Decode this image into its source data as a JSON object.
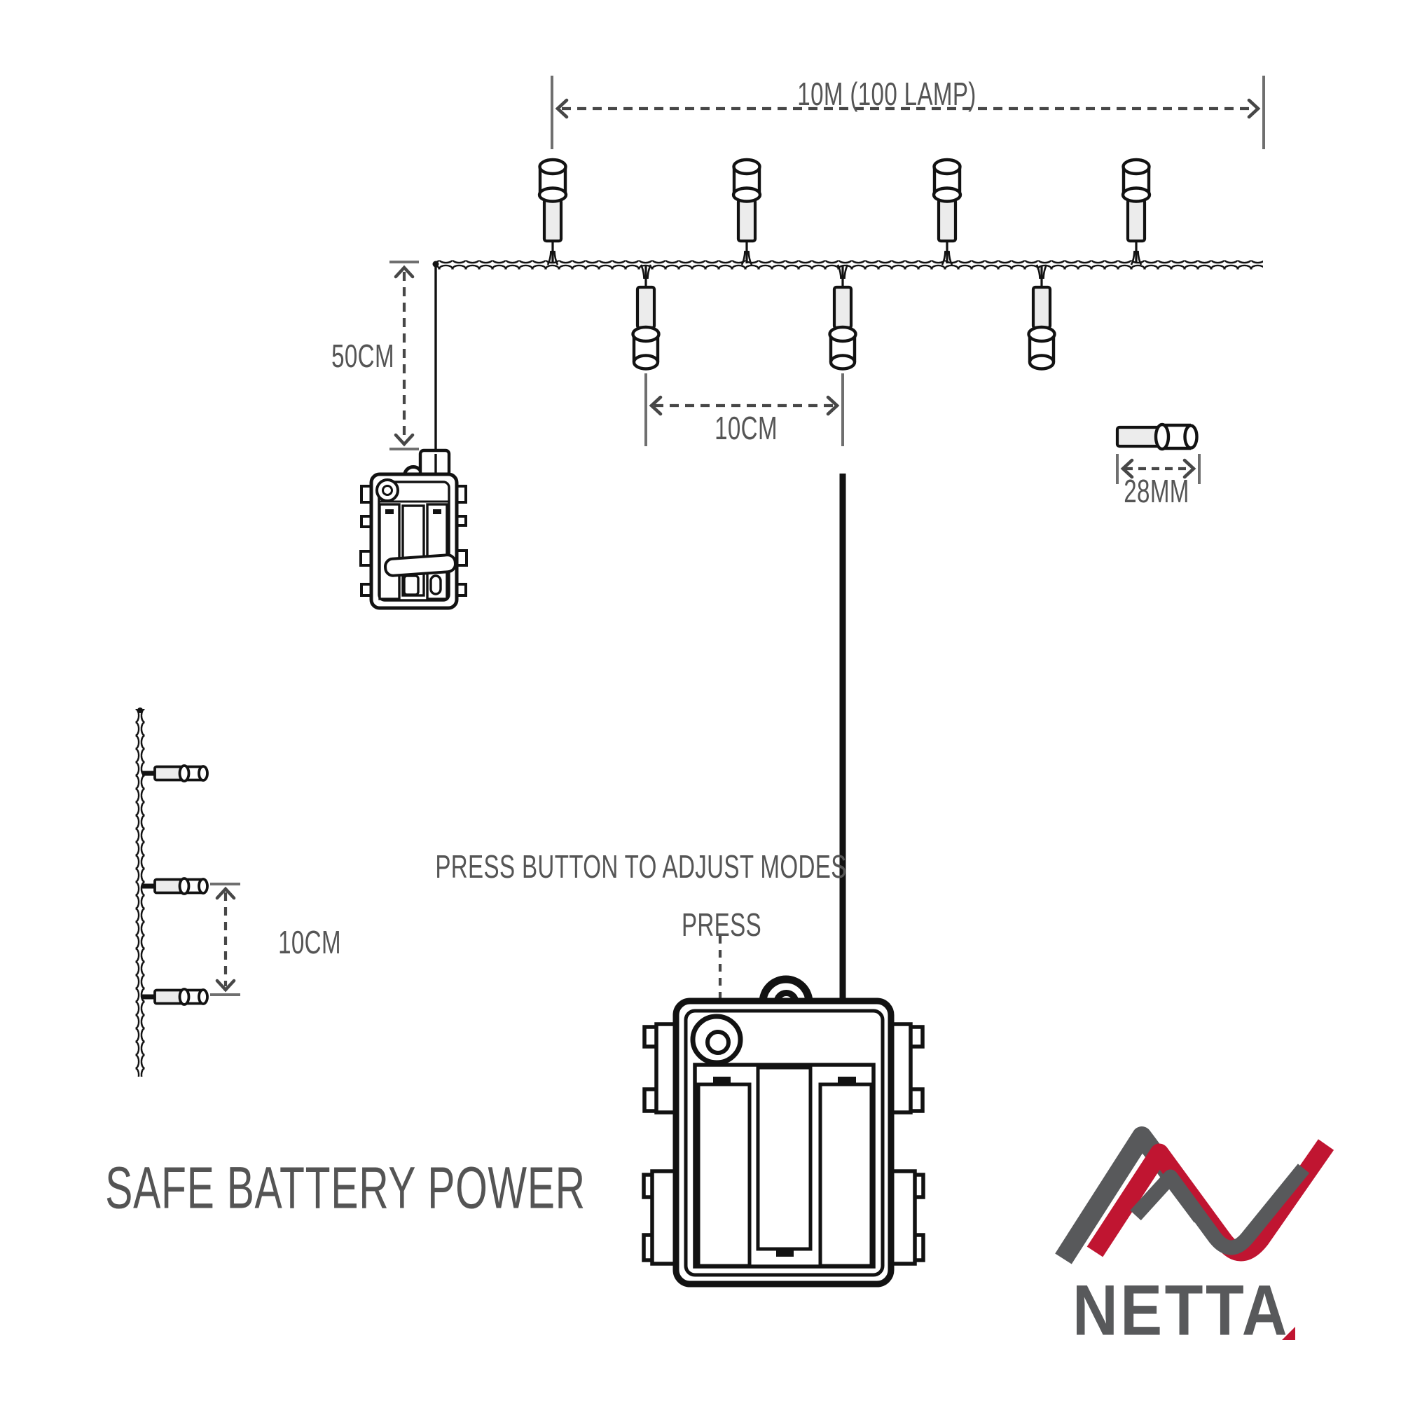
{
  "colors": {
    "line": "#121212",
    "dimension_text": "#555555",
    "tick": "#6f6f6f",
    "dash": "#474747",
    "lamp_holder_fill": "#ececec",
    "brand_red": "#c01531",
    "brand_gray": "#58595b"
  },
  "dimensions": {
    "total_length": "10M (100 LAMP)",
    "drop_length": "50CM",
    "lamp_spacing": "10CM",
    "bulb_length": "28MM",
    "side_lamp_spacing": "10CM"
  },
  "labels": {
    "instruction": "PRESS BUTTON TO ADJUST MODES",
    "press": "PRESS",
    "caption": "SAFE BATTERY POWER"
  },
  "brand": {
    "name": "NETTA"
  }
}
